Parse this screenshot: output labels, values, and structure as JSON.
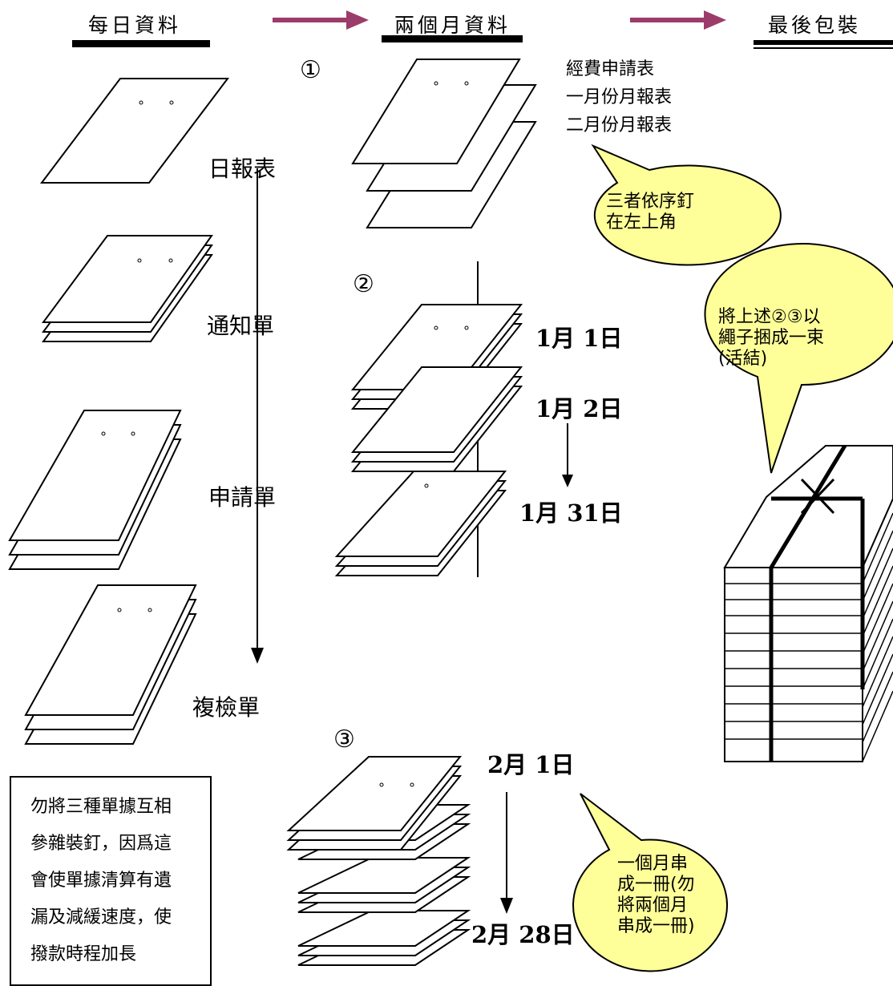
{
  "headers": {
    "daily": "每日資料",
    "two_month": "兩個月資料",
    "final": "最後包裝"
  },
  "daily_items": [
    "日報表",
    "通知單",
    "申請單",
    "複檢單"
  ],
  "section_markers": [
    "①",
    "②",
    "③"
  ],
  "section1": {
    "lines": [
      "經費申請表",
      "一月份月報表",
      "二月份月報表"
    ],
    "bubble": [
      "三者依序釘",
      "在左上角"
    ]
  },
  "section2": {
    "dates": [
      "1月 1日",
      "1月 2日",
      "1月 31日"
    ]
  },
  "section3": {
    "dates": [
      "2月 1日",
      "2月 28日"
    ],
    "bubble": [
      "一個月串",
      "成一冊(勿",
      "將兩個月",
      "串成一冊)"
    ]
  },
  "final_bubble": [
    "將上述②③以",
    "繩子捆成一束",
    "(活結)"
  ],
  "note": [
    "勿將三種單據互相",
    "參雜裝釘，因爲這",
    "會使單據清算有遺",
    "漏及減緩速度，使",
    "撥款時程加長"
  ],
  "colors": {
    "arrow": "#9c3c6a",
    "bubble": "#ffff99"
  }
}
